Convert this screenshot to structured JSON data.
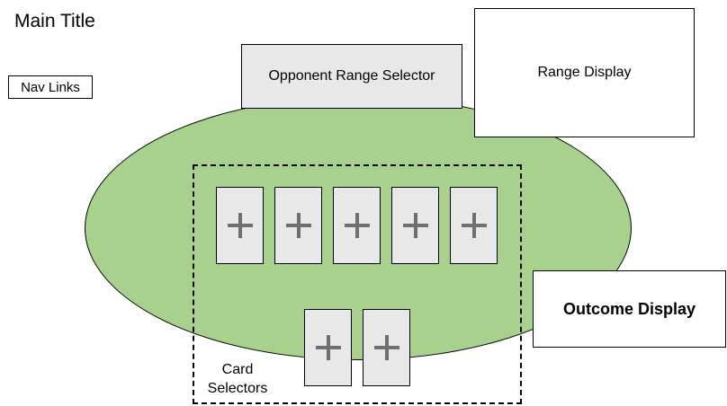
{
  "header": {
    "title": "Main Title",
    "nav_label": "Nav Links"
  },
  "opponent_range_selector": {
    "label": "Opponent Range Selector"
  },
  "range_display": {
    "label": "Range Display"
  },
  "outcome_display": {
    "label": "Outcome Display"
  },
  "card_selectors": {
    "label_line1": "Card",
    "label_line2": "Selectors",
    "board_slots": [
      {
        "icon": "plus-icon"
      },
      {
        "icon": "plus-icon"
      },
      {
        "icon": "plus-icon"
      },
      {
        "icon": "plus-icon"
      },
      {
        "icon": "plus-icon"
      }
    ],
    "hand_slots": [
      {
        "icon": "plus-icon"
      },
      {
        "icon": "plus-icon"
      }
    ]
  },
  "colors": {
    "table_fill": "#a9d18e",
    "card_fill": "#e8e8e8",
    "icon_color": "#6f6f6f"
  }
}
